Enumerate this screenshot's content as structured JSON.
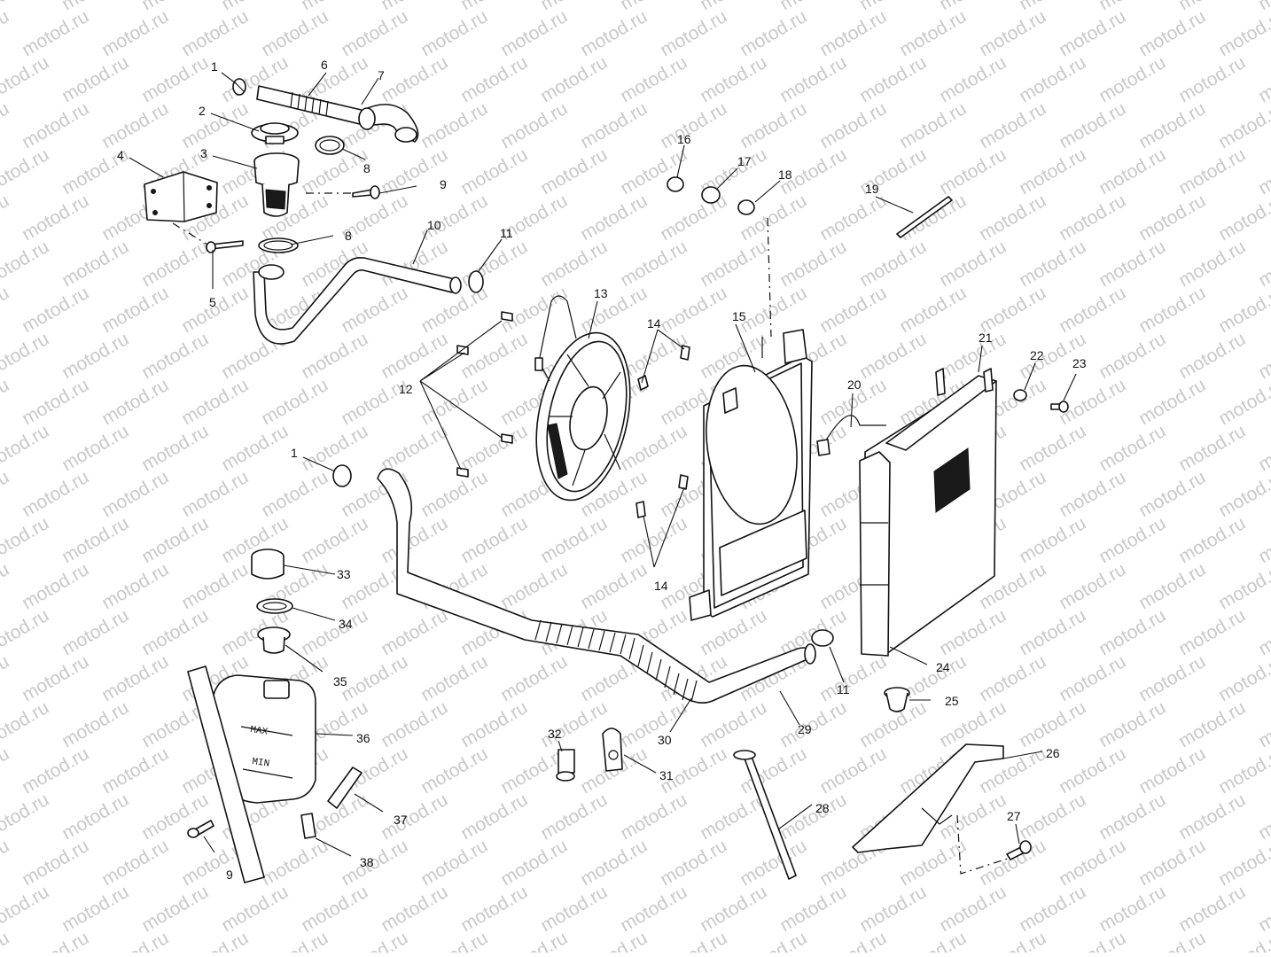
{
  "watermark": "motod.ru",
  "callouts": {
    "c1a": "1",
    "c2": "2",
    "c3": "3",
    "c4": "4",
    "c5": "5",
    "c6": "6",
    "c7": "7",
    "c8a": "8",
    "c8b": "8",
    "c9a": "9",
    "c10": "10",
    "c11a": "11",
    "c12": "12",
    "c13": "13",
    "c14a": "14",
    "c14b": "14",
    "c15": "15",
    "c16": "16",
    "c17": "17",
    "c18": "18",
    "c19": "19",
    "c1b": "1",
    "c20": "20",
    "c21": "21",
    "c22": "22",
    "c23": "23",
    "c33": "33",
    "c34": "34",
    "c35": "35",
    "c36": "36",
    "c11b": "11",
    "c24": "24",
    "c25": "25",
    "c32": "32",
    "c30": "30",
    "c29": "29",
    "c31": "31",
    "c26": "26",
    "c37": "37",
    "c28": "28",
    "c27": "27",
    "c38": "38",
    "c9b": "9"
  },
  "tank_marks": {
    "max": "MAX",
    "min": "MIN"
  }
}
